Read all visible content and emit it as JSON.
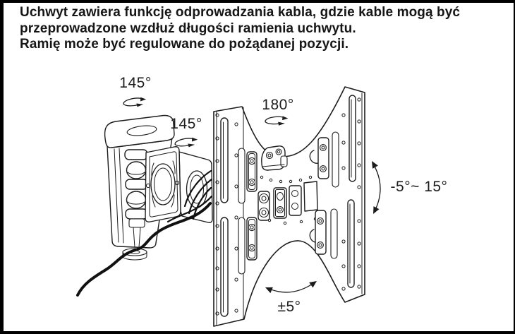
{
  "header": {
    "lines": [
      "Uchwyt zawiera funkcję odprowadzania kabla, gdzie kable mogą być",
      "przeprowadzone wzdłuż długości ramienia uchwytu.",
      "Ramię może być regulowane do pożądanej pozycji."
    ]
  },
  "diagram": {
    "labels": {
      "arm_swivel_wall": "145°",
      "arm_swivel_elbow": "145°",
      "plate_swivel": "180°",
      "tilt_range": "-5°~ 15°",
      "level_rotation": "±5°"
    }
  },
  "colors": {
    "ink": "#1c1c1c",
    "frame": "#000000",
    "background": "#ffffff"
  }
}
